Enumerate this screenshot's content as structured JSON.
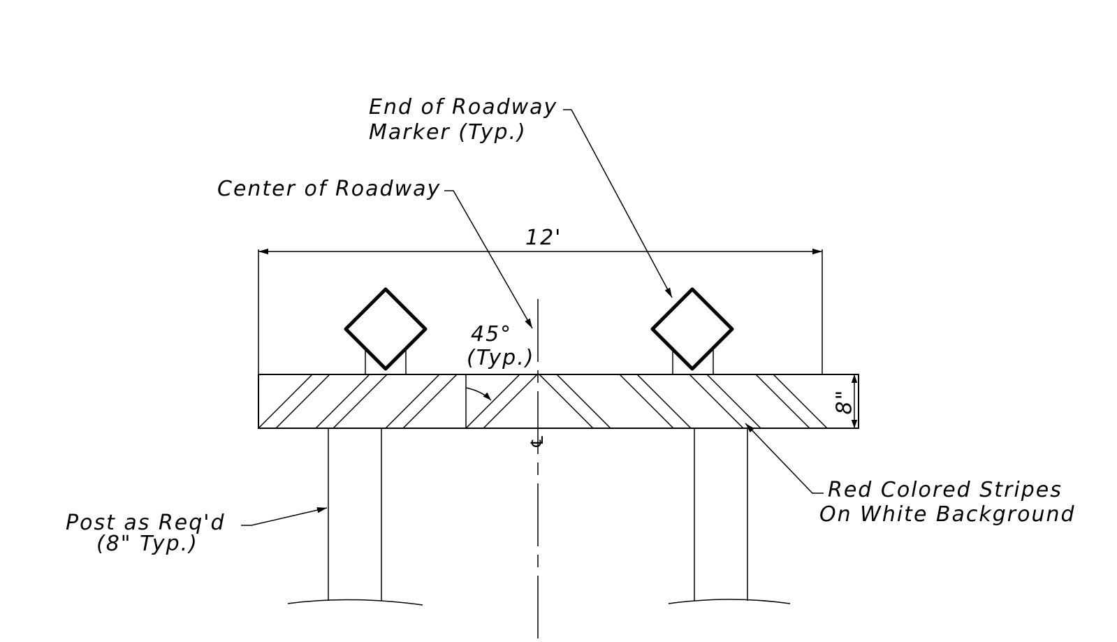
{
  "labels": {
    "end_marker_line1": "End of Roadway",
    "end_marker_line2": "Marker (Typ.)",
    "center_of_roadway": "Center of Roadway",
    "width_dim": "12'",
    "angle_dim": "45°",
    "angle_typ": "(Typ.)",
    "height_dim": "8\"",
    "centerline_symbol": "℄",
    "stripes_line1": "Red Colored Stripes",
    "stripes_line2": "On White Background",
    "post_line1": "Post as Req'd",
    "post_line2": "(8\" Typ.)"
  },
  "colors": {
    "line": "#000000",
    "background": "#ffffff"
  }
}
